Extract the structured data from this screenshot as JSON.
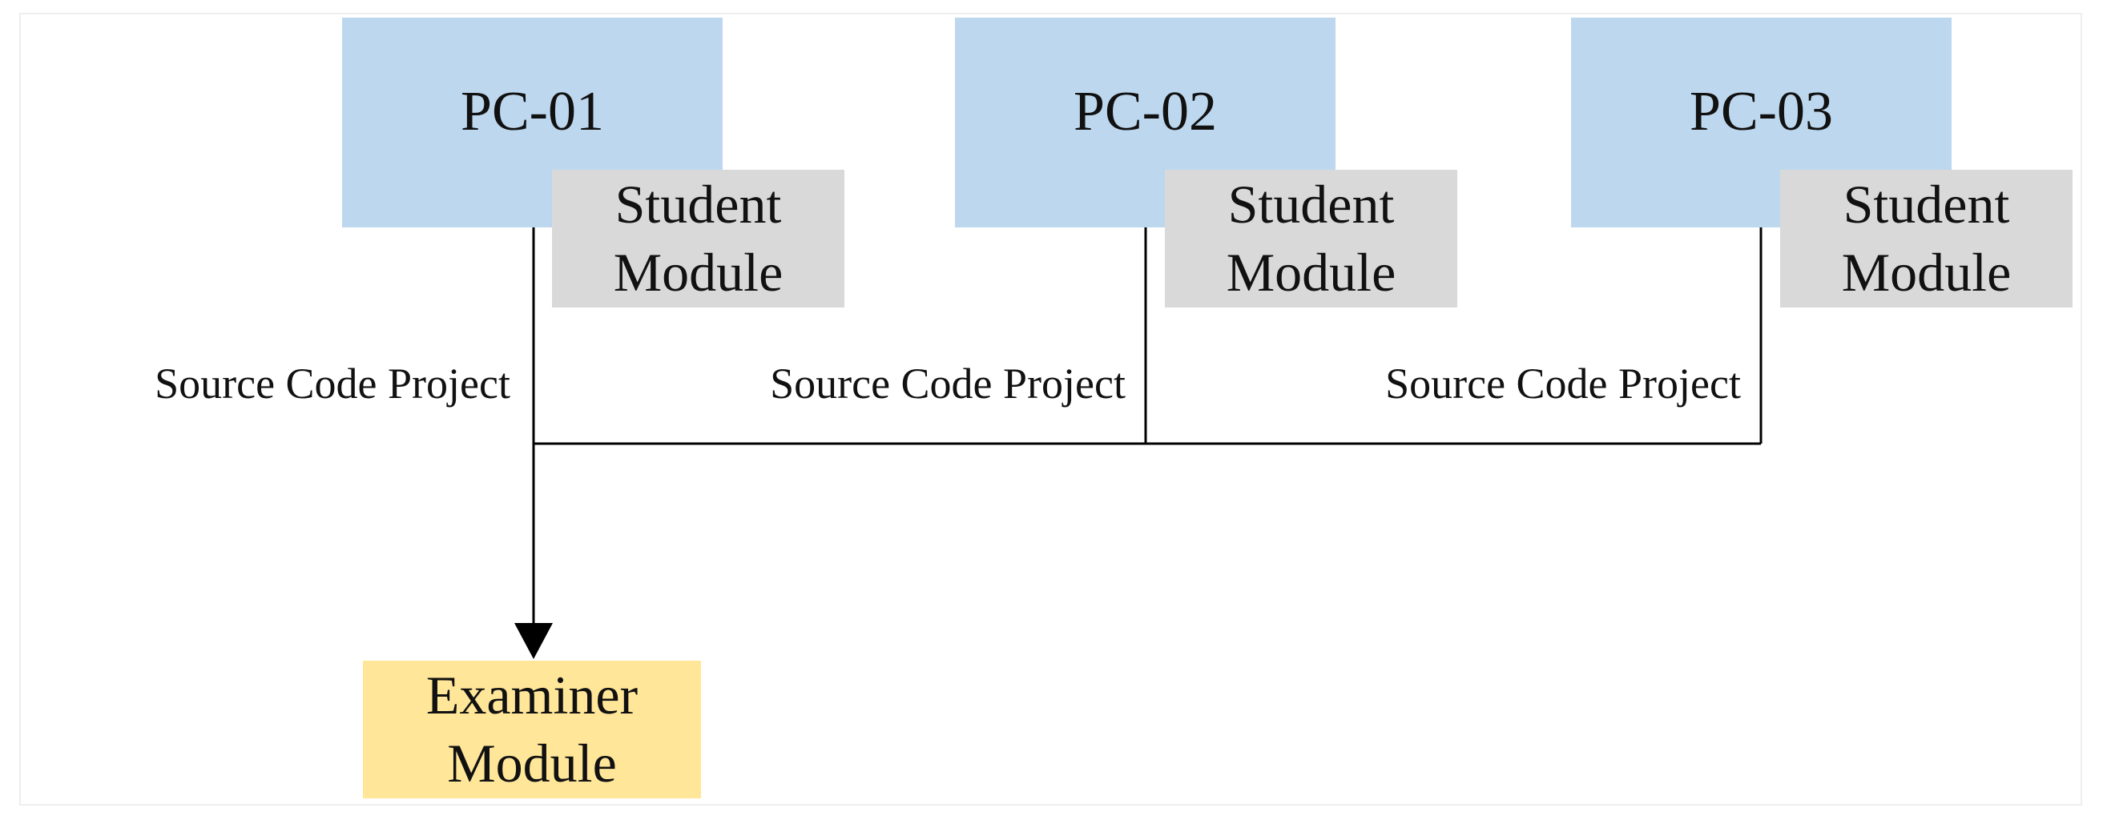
{
  "computers": [
    {
      "name": "PC-01",
      "module": "Student\nModule",
      "edge_label": "Source Code Project"
    },
    {
      "name": "PC-02",
      "module": "Student\nModule",
      "edge_label": "Source Code Project"
    },
    {
      "name": "PC-03",
      "module": "Student\nModule",
      "edge_label": "Source Code Project"
    }
  ],
  "examiner": {
    "label": "Examiner\nModule"
  },
  "colors": {
    "pc_box": "#bdd7ee",
    "student_module": "#d9d9d9",
    "examiner_module": "#ffe699",
    "line": "#000000"
  }
}
